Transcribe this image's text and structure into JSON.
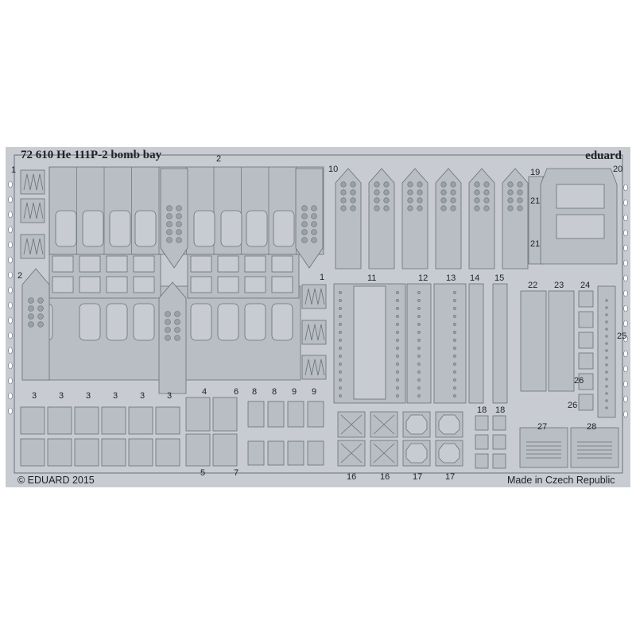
{
  "sheet": {
    "title": "72 610  He 111P-2 bomb bay",
    "brand": "eduard",
    "copyright": "© EDUARD 2015",
    "origin": "Made in Czech Republic"
  },
  "part_numbers": [
    "1",
    "2",
    "2",
    "1",
    "3",
    "3",
    "3",
    "3",
    "3",
    "3",
    "4",
    "5",
    "6",
    "7",
    "8",
    "8",
    "9",
    "9",
    "10",
    "11",
    "12",
    "13",
    "14",
    "15",
    "16",
    "16",
    "17",
    "17",
    "18",
    "18",
    "19",
    "20",
    "21",
    "21",
    "22",
    "23",
    "24",
    "25",
    "26",
    "26",
    "27",
    "28"
  ],
  "colors": {
    "metal": "#c8ccd2",
    "part": "#b9bec4",
    "line": "#6a7078",
    "dark": "#1e2226",
    "hole": "#9aa0a7"
  }
}
